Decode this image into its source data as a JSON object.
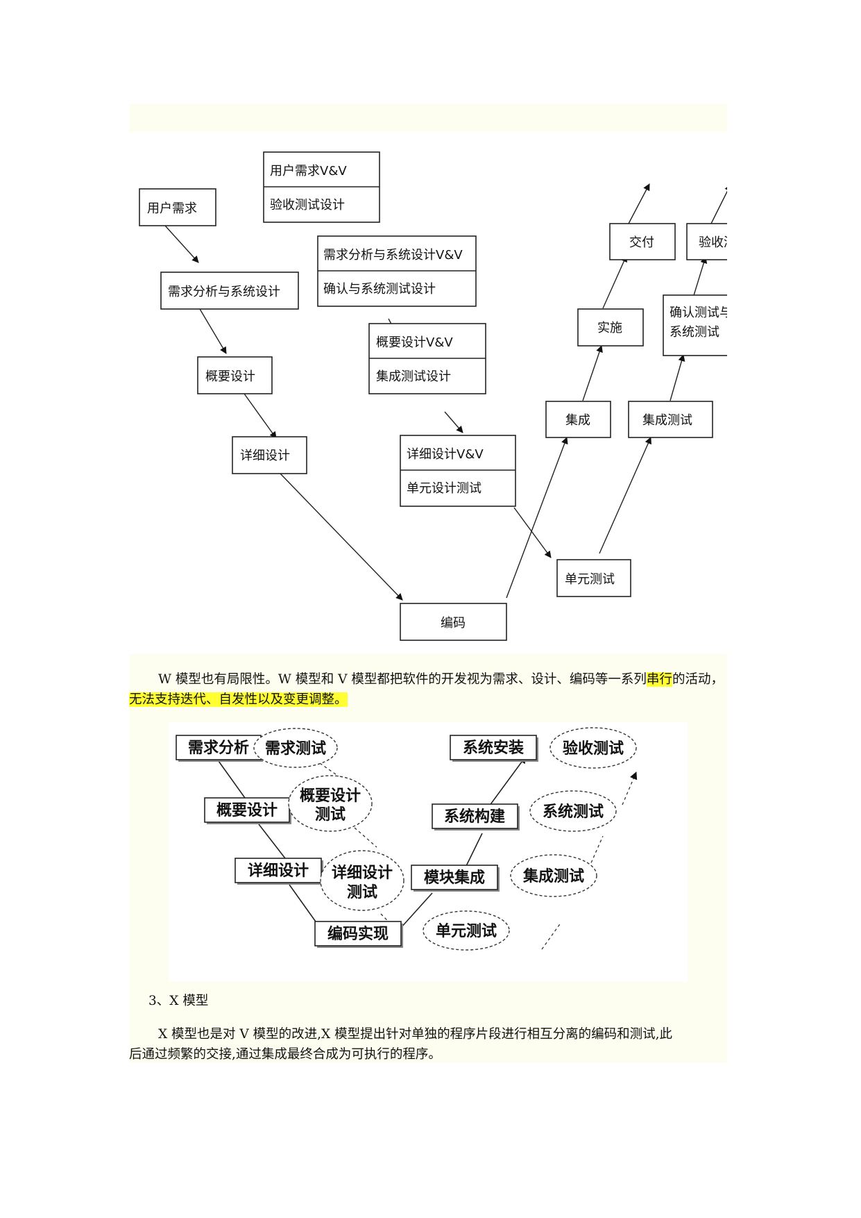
{
  "w_diagram": {
    "boxes": {
      "user_requirements": "用户需求",
      "req_analysis_sys_design": "需求分析与系统设计",
      "outline_design": "概要设计",
      "detailed_design": "详细设计",
      "coding": "编码",
      "unit_test": "单元测试",
      "integration": "集成",
      "implementation": "实施",
      "delivery": "交付",
      "integration_test": "集成测试",
      "confirm_sys_test": [
        "确认测试与",
        "系统测试"
      ],
      "acceptance_test": "验收测试"
    },
    "vv_boxes": {
      "user_req_vv": {
        "top": "用户需求V&V",
        "bottom": "验收测试设计"
      },
      "req_analysis_vv": {
        "top": "需求分析与系统设计V&V",
        "bottom": "确认与系统测试设计"
      },
      "outline_vv": {
        "top": "概要设计V&V",
        "bottom": "集成测试设计"
      },
      "detailed_vv": {
        "top": "详细设计V&V",
        "bottom": "单元设计测试"
      }
    }
  },
  "paragraph1": {
    "part_a": "W 模型也有局限性。W 模型和 V 模型都把软件的开发视为需求、设计、编码等一系列",
    "hl_a": "串行",
    "part_b": "的活动，",
    "hl_b": "无法支持迭代、自发性以及变更调整。"
  },
  "x_diagram": {
    "boxes": {
      "req_analysis": "需求分析",
      "outline_design": "概要设计",
      "detailed_design": "详细设计",
      "coding_impl": "编码实现",
      "module_integration": "模块集成",
      "system_build": "系统构建",
      "system_install": "系统安装"
    },
    "ovals": {
      "req_test": "需求测试",
      "outline_test": [
        "概要设计",
        "测试"
      ],
      "detailed_test": [
        "详细设计",
        "测试"
      ],
      "unit_test": "单元测试",
      "integration_test": "集成测试",
      "system_test": "系统测试",
      "acceptance_test": "验收测试"
    }
  },
  "section_heading": "3、X 模型",
  "paragraph2": {
    "line1": "X 模型也是对 V 模型的改进,X 模型提出针对单独的程序片段进行相互分离的编码和测试,此",
    "line2": "后通过频繁的交接,通过集成最终合成为可执行的程序。"
  },
  "colors": {
    "highlight": "#ffff33",
    "block_bg": "#fdfdf0"
  }
}
